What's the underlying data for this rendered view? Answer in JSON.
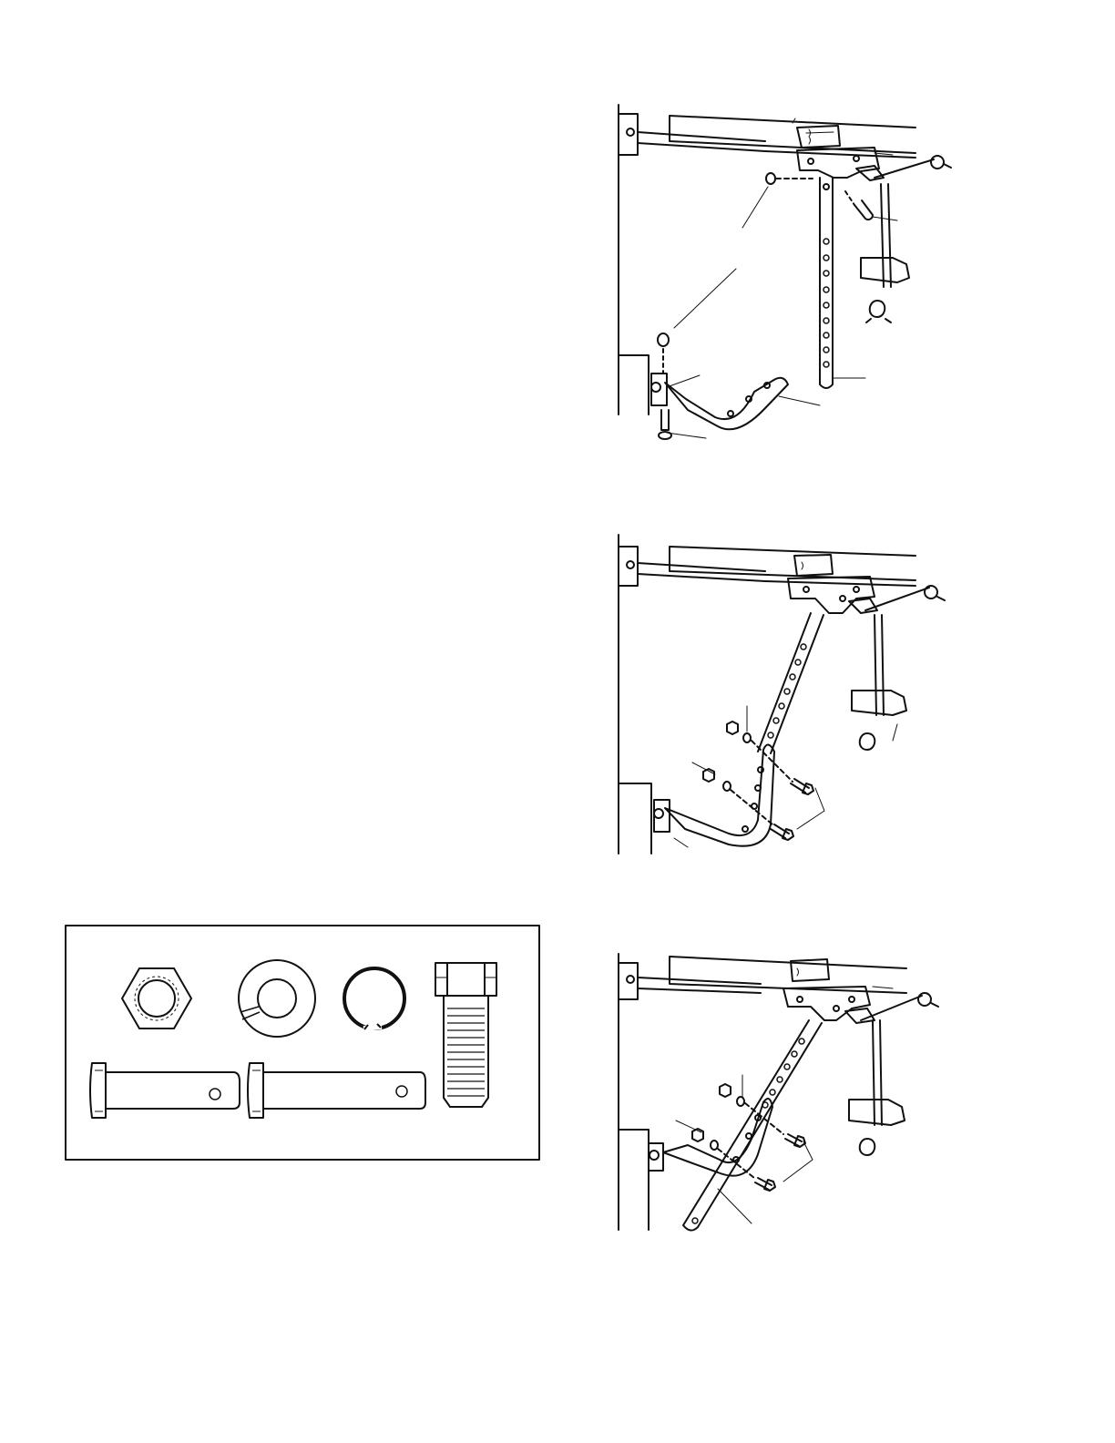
{
  "figures": [
    {
      "id": "fig1",
      "step": "attach-arms-to-trolley-and-door-bracket"
    },
    {
      "id": "fig2",
      "step": "join-arms-option-a"
    },
    {
      "id": "fig3",
      "step": "join-arms-option-b"
    }
  ],
  "hardware": {
    "items": [
      "hex-nut-icon",
      "lock-washer-icon",
      "ring-fastener-icon",
      "hex-bolt-icon",
      "clevis-pin-short-icon",
      "clevis-pin-long-icon"
    ]
  },
  "colors": {
    "ink": "#111111",
    "paper": "#ffffff"
  }
}
